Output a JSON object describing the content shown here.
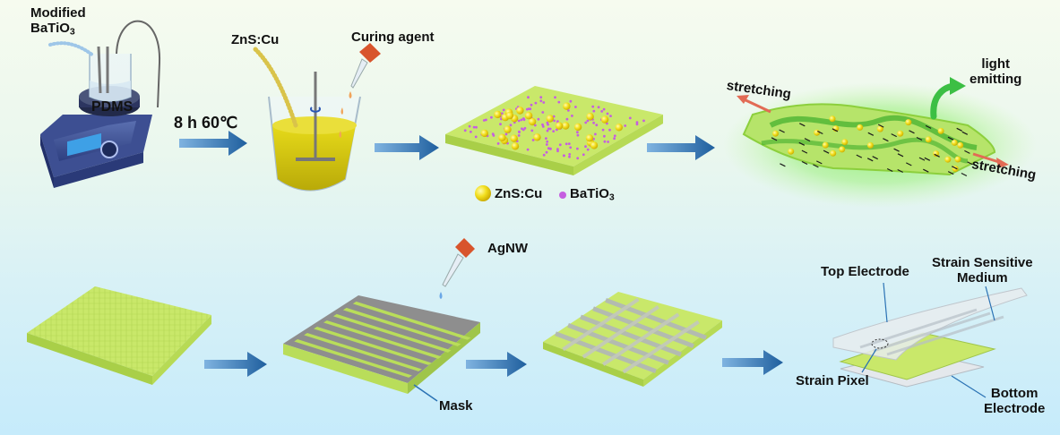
{
  "labels": {
    "modified_line1": "Modified",
    "modified_line2_base": "BaTiO",
    "modified_line2_sub": "3",
    "pdms": "PDMS",
    "condition": "8 h 60℃",
    "zns_cu_top": "ZnS:Cu",
    "curing_agent": "Curing agent",
    "legend_zns": "ZnS:Cu",
    "legend_batio_base": "BaTiO",
    "legend_batio_sub": "3",
    "stretching_left": "stretching",
    "stretching_right": "stretching",
    "light_emitting_line1": "light",
    "light_emitting_line2": "emitting",
    "agnw": "AgNW",
    "mask": "Mask",
    "top_electrode": "Top Electrode",
    "strain_medium_line1": "Strain Sensitive",
    "strain_medium_line2": "Medium",
    "strain_pixel": "Strain Pixel",
    "bottom_electrode_line1": "Bottom",
    "bottom_electrode_line2": "Electrode"
  },
  "colors": {
    "film_green": "#c9e86a",
    "film_edge": "#a9cf48",
    "liquid_yellow": "#d8cc10",
    "arrow_blue": "#2a72b4",
    "zns_particle": "#f2df1e",
    "batio_particle": "#c55fe0",
    "glow": "#6ee85a",
    "mask_gray": "#8e8e8e",
    "stretch_arrow": "#e26b55"
  },
  "icons": [
    "stirrer-icon",
    "beaker-icon",
    "dropper-icon",
    "particle-legend-icons",
    "flow-arrow-icon"
  ]
}
